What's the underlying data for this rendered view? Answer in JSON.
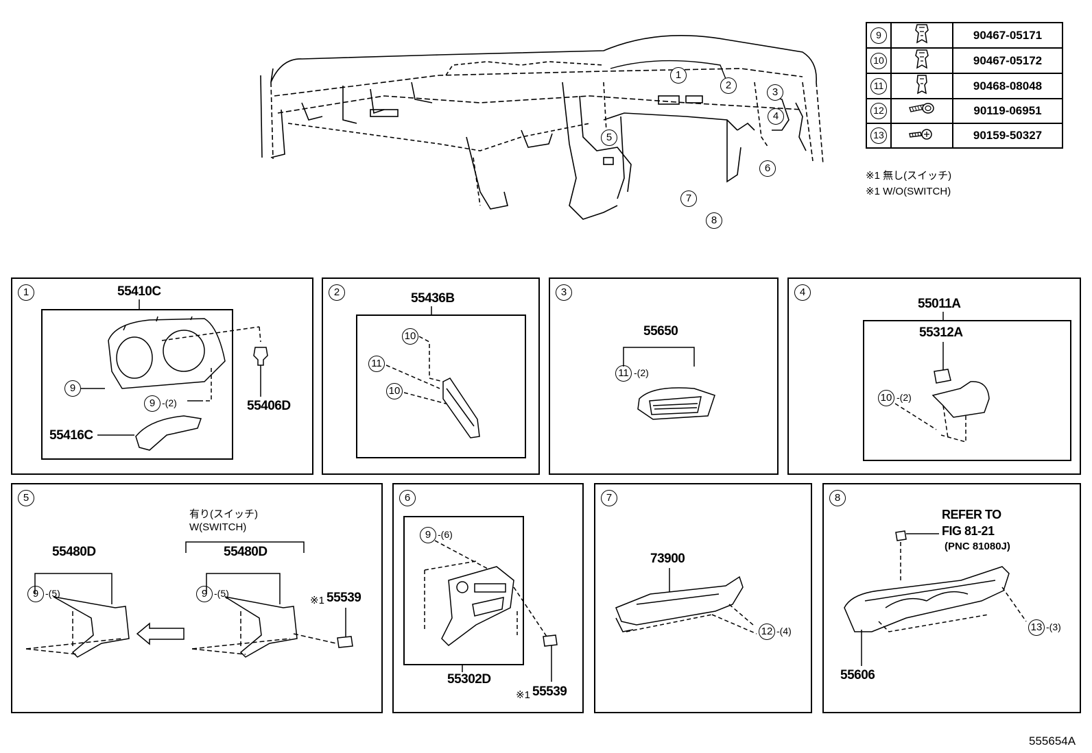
{
  "fastener_table": [
    {
      "num": "9",
      "part": "90467-05171",
      "icon": "clip-icon"
    },
    {
      "num": "10",
      "part": "90467-05172",
      "icon": "clip-icon"
    },
    {
      "num": "11",
      "part": "90468-08048",
      "icon": "clip-icon"
    },
    {
      "num": "12",
      "part": "90119-06951",
      "icon": "bolt-icon"
    },
    {
      "num": "13",
      "part": "90159-50327",
      "icon": "screw-icon"
    }
  ],
  "notes": {
    "jp": "※1 無し(スイッチ)",
    "en": "※1 W/O(SWITCH)"
  },
  "overview_callouts": [
    "1",
    "2",
    "3",
    "4",
    "5",
    "6",
    "7",
    "8"
  ],
  "panels": {
    "p1": {
      "num": "1",
      "assembly": "55410C",
      "part_a": "55406D",
      "part_b": "55416C",
      "clip_a": "9",
      "clip_b": "9",
      "clip_b_qty": "-(2)"
    },
    "p2": {
      "num": "2",
      "assembly": "55436B",
      "clip_a": "10",
      "clip_b": "11",
      "clip_c": "10"
    },
    "p3": {
      "num": "3",
      "assembly": "55650",
      "clip": "11",
      "clip_qty": "-(2)"
    },
    "p4": {
      "num": "4",
      "assembly": "55011A",
      "sub": "55312A",
      "clip": "10",
      "clip_qty": "-(2)"
    },
    "p5": {
      "num": "5",
      "w_switch_jp": "有り(スイッチ)",
      "w_switch_en": "W(SWITCH)",
      "left_part": "55480D",
      "right_part": "55480D",
      "left_clip": "9",
      "left_clip_qty": "-(5)",
      "right_clip": "9",
      "right_clip_qty": "-(5)",
      "switch_note": "※1",
      "switch_part": "55539"
    },
    "p6": {
      "num": "6",
      "clip": "9",
      "clip_qty": "-(6)",
      "assembly": "55302D",
      "switch_note": "※1",
      "switch_part": "55539"
    },
    "p7": {
      "num": "7",
      "part": "73900",
      "bolt": "12",
      "bolt_qty": "-(4)"
    },
    "p8": {
      "num": "8",
      "refer_1": "REFER TO",
      "refer_2": "FIG 81-21",
      "refer_3": "(PNC 81080J)",
      "screw": "13",
      "screw_qty": "-(3)",
      "part": "55606"
    }
  },
  "figure_id": "555654A"
}
